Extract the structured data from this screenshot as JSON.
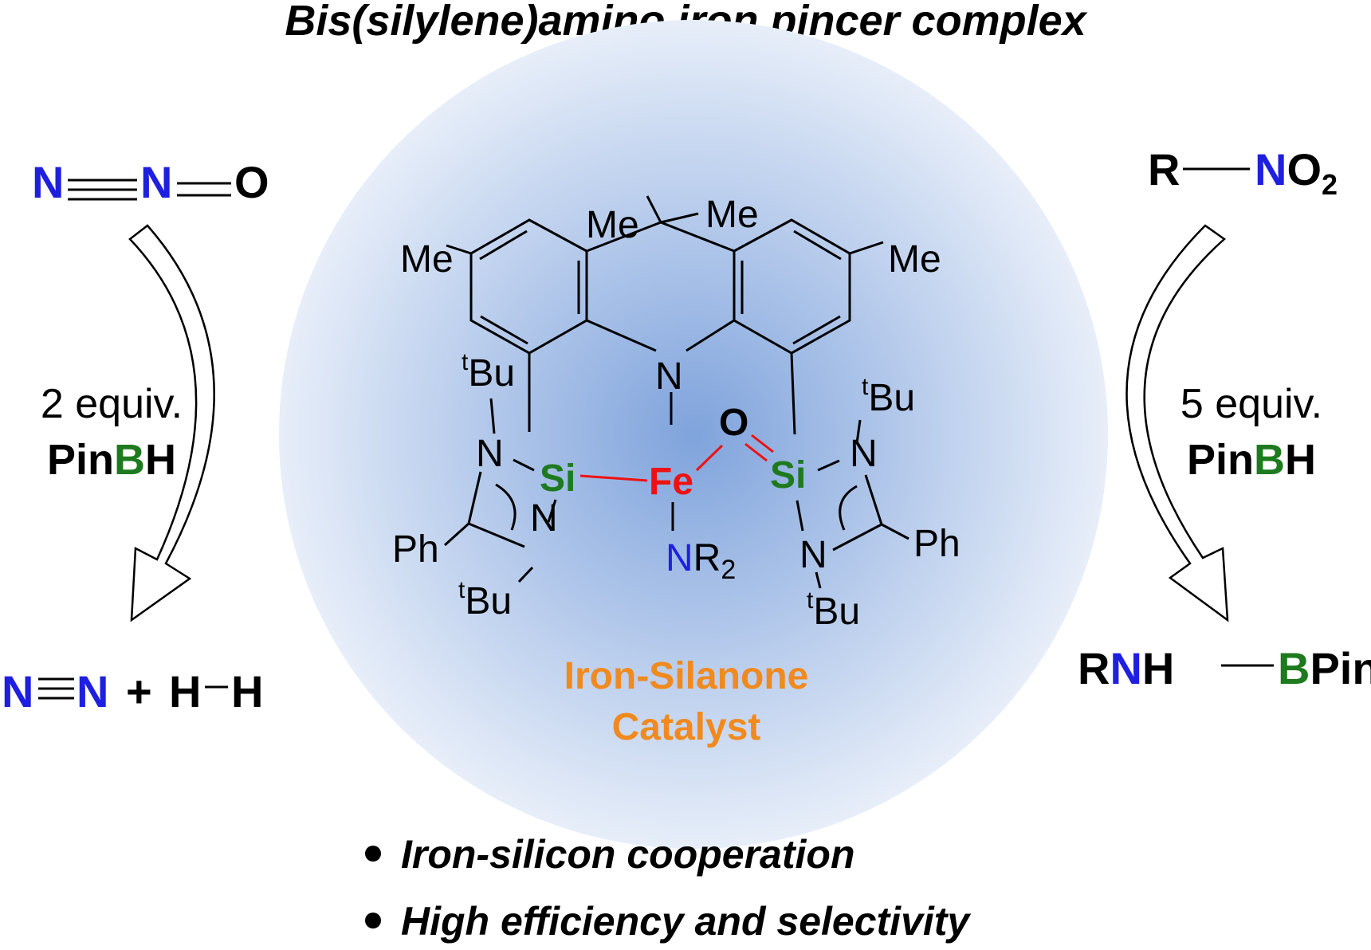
{
  "title": "Bis(silylene)amino iron pincer complex",
  "colors": {
    "nitrogen": "#1f1fe0",
    "boron": "#1e7a1e",
    "silicon": "#1e7a1e",
    "iron": "#ee1111",
    "oxygen": "#000000",
    "catalyst_label": "#f08a1e",
    "glow_center": "#7fa3dc",
    "glow_edge": "#e7eef9"
  },
  "left_reaction": {
    "reactant": {
      "n1": "N",
      "n2": "N",
      "o": "O"
    },
    "reagent_amount": "2 equiv.",
    "reagent": {
      "pin": "Pin",
      "b": "B",
      "h": "H"
    },
    "product": {
      "n1": "N",
      "n2": "N",
      "plus": "+",
      "h1": "H",
      "h2": "H"
    }
  },
  "right_reaction": {
    "reactant": {
      "r": "R",
      "n": "N",
      "o": "O",
      "sub": "2"
    },
    "reagent_amount": "5 equiv.",
    "reagent": {
      "pin": "Pin",
      "b": "B",
      "h": "H"
    },
    "product": {
      "r": "R",
      "n": "N",
      "h": "H",
      "b": "B",
      "pin": "Pin"
    }
  },
  "structure": {
    "me_top_left": "Me",
    "me_top_right": "Me",
    "me_left": "Me",
    "me_right": "Me",
    "n_backbone": "N",
    "si_left": "Si",
    "si_right": "Si",
    "fe": "Fe",
    "o": "O",
    "nr2_n": "N",
    "nr2_r": "R",
    "nr2_sub": "2",
    "n_left_upper": "N",
    "n_left_lower": "N",
    "n_right_upper": "N",
    "n_right_lower": "N",
    "ph_left": "Ph",
    "ph_right": "Ph",
    "tbu_sup": "t",
    "tbu": "Bu"
  },
  "catalyst_label": {
    "line1": "Iron-Silanone",
    "line2": "Catalyst"
  },
  "bullets": [
    "Iron-silicon cooperation",
    "High efficiency and selectivity"
  ]
}
